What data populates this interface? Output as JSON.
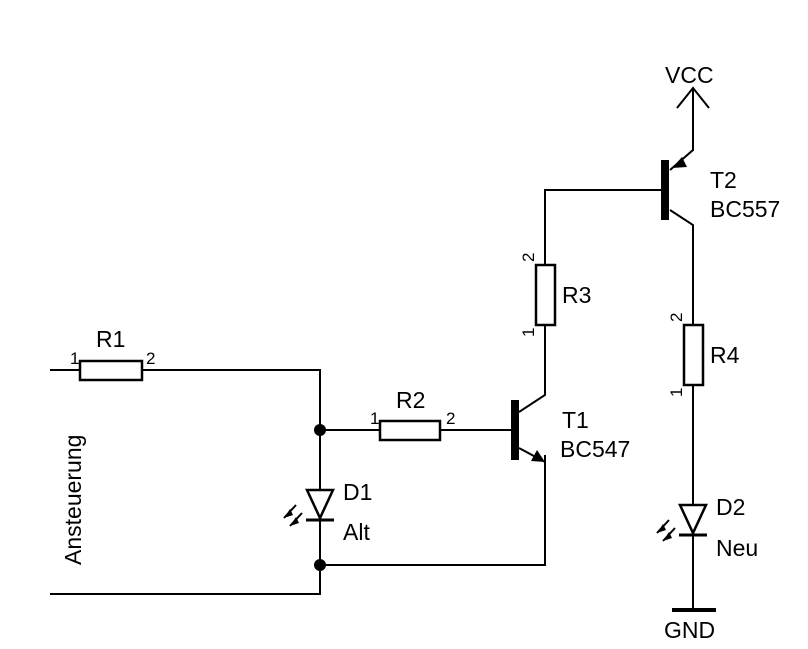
{
  "input_label": "Ansteuerung",
  "supply": {
    "vcc": "VCC",
    "gnd": "GND"
  },
  "resistors": [
    {
      "ref": "R1",
      "pin1": "1",
      "pin2": "2"
    },
    {
      "ref": "R2",
      "pin1": "1",
      "pin2": "2"
    },
    {
      "ref": "R3",
      "pin1": "1",
      "pin2": "2"
    },
    {
      "ref": "R4",
      "pin1": "1",
      "pin2": "2"
    }
  ],
  "transistors": [
    {
      "ref": "T1",
      "part": "BC547"
    },
    {
      "ref": "T2",
      "part": "BC557"
    }
  ],
  "leds": [
    {
      "ref": "D1",
      "value": "Alt"
    },
    {
      "ref": "D2",
      "value": "Neu"
    }
  ]
}
